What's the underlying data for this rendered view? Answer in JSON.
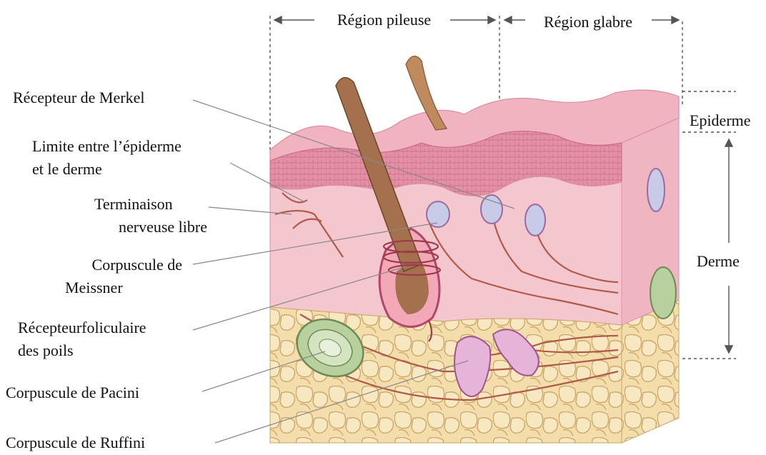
{
  "header": {
    "hairy_region": "Région pileuse",
    "glabrous_region": "Région glabre"
  },
  "side_labels": {
    "epidermis": "Epiderme",
    "dermis": "Derme"
  },
  "labels": {
    "merkel": "Récepteur de Merkel",
    "boundary_line1": "Limite entre l’épiderme",
    "boundary_line2": "et le derme",
    "free_ending_line1": "Terminaison",
    "free_ending_line2": "nerveuse libre",
    "meissner_line1": "Corpuscule de",
    "meissner_line2": "Meissner",
    "follicular_line1": "Récepteurfoliculaire",
    "follicular_line2": "des poils",
    "pacini": "Corpuscule de Pacini",
    "ruffini": "Corpuscule de Ruffini"
  },
  "colors": {
    "epidermis": "#e8a4b4",
    "dermis": "#f2c4cc",
    "hypodermis": "#f1d9a3",
    "hair": "#a4704d",
    "nerve": "#b05a4a",
    "pacini": "#b8cf9e",
    "ruffini": "#e6b4d8",
    "meissner": "#c8cbe8"
  }
}
